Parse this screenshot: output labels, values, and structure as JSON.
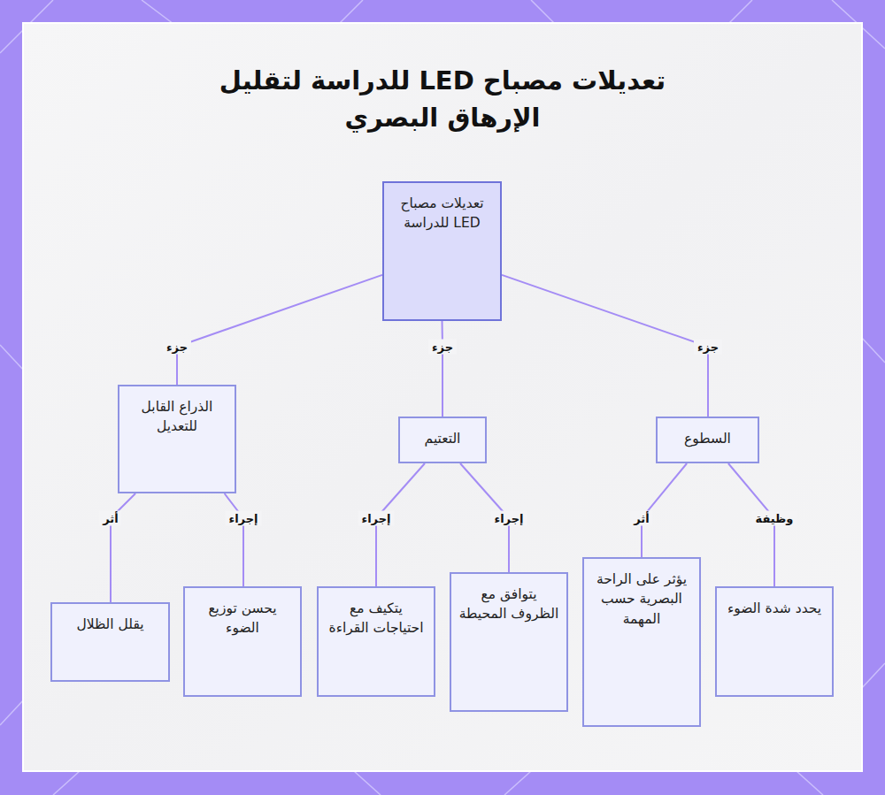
{
  "diagram": {
    "title": "تعديلات مصباح LED للدراسة لتقليل الإرهاق البصري",
    "nodes": [
      {
        "text": [
          "تعديلات مصباح LED للدراسة"
        ]
      },
      {
        "text": [
          "السطوع"
        ]
      },
      {
        "text": [
          "التعتيم"
        ]
      },
      {
        "text": [
          "الذراع القابل للتعديل"
        ]
      },
      {
        "text": [
          "يحدد شدة الضوء"
        ]
      },
      {
        "text": [
          "يؤثر على الراحة البصرية حسب المهمة"
        ]
      },
      {
        "text": [
          "يتوافق مع الظروف المحيطة"
        ]
      },
      {
        "text": [
          "يتكيف مع احتياجات القراءة"
        ]
      },
      {
        "text": [
          "يحسن توزيع الضوء"
        ]
      },
      {
        "text": [
          "يقلل الظلال"
        ]
      }
    ],
    "edges": [
      {
        "from": 0,
        "to": 1,
        "label": "جزء",
        "arrow": "none"
      },
      {
        "from": 0,
        "to": 2,
        "label": "جزء",
        "arrow": "none"
      },
      {
        "from": 0,
        "to": 3,
        "label": "جزء",
        "arrow": "none"
      },
      {
        "from": 1,
        "to": 4,
        "label": "وظيفة",
        "arrow": "none"
      },
      {
        "from": 1,
        "to": 5,
        "label": "أثر",
        "arrow": "none"
      },
      {
        "from": 2,
        "to": 6,
        "label": "إجراء",
        "arrow": "none"
      },
      {
        "from": 2,
        "to": 7,
        "label": "إجراء",
        "arrow": "none"
      },
      {
        "from": 3,
        "to": 8,
        "label": "إجراء",
        "arrow": "none"
      },
      {
        "from": 3,
        "to": 9,
        "label": "أثر",
        "arrow": "none"
      }
    ]
  }
}
